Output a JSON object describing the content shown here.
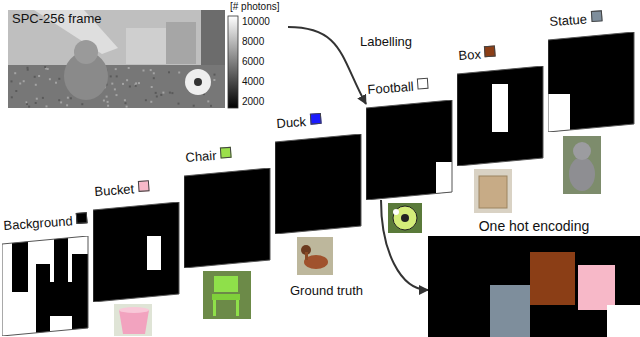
{
  "diagram": {
    "nodes": [
      {
        "text": [
          "SPC-256 frame"
        ]
      },
      {
        "text": [
          "Background"
        ]
      },
      {
        "text": [
          "Bucket"
        ]
      },
      {
        "text": [
          "Chair"
        ]
      },
      {
        "text": [
          "Duck"
        ]
      },
      {
        "text": [
          "Football"
        ]
      },
      {
        "text": [
          "Box"
        ]
      },
      {
        "text": [
          "Statue"
        ]
      },
      {
        "text": [
          "One hot encoding"
        ]
      }
    ],
    "edges": [
      {
        "from": 0,
        "to": 5,
        "label": "Labelling",
        "arrow": "to"
      },
      {
        "from": 5,
        "to": 8,
        "label": "Ground truth",
        "arrow": "to"
      }
    ],
    "labels": [
      "[# photons]",
      "10000",
      "8000",
      "6000",
      "4000",
      "2000"
    ]
  }
}
